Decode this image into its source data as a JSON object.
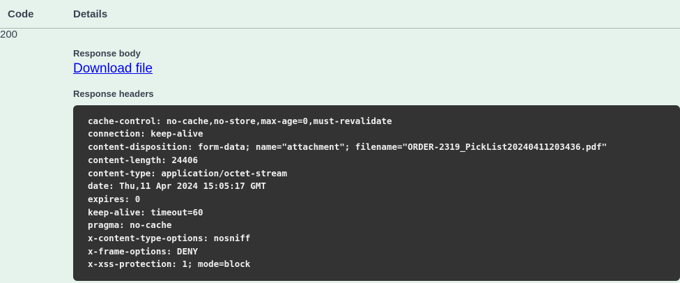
{
  "table": {
    "columns": {
      "code": "Code",
      "details": "Details"
    }
  },
  "response": {
    "status_code": "200",
    "response_body_label": "Response body",
    "download_link_label": "Download file",
    "response_headers_label": "Response headers",
    "headers": [
      "cache-control: no-cache,no-store,max-age=0,must-revalidate",
      "connection: keep-alive",
      "content-disposition: form-data; name=\"attachment\"; filename=\"ORDER-2319_PickList20240411203436.pdf\"",
      "content-length: 24406",
      "content-type: application/octet-stream",
      "date: Thu,11 Apr 2024 15:05:17 GMT",
      "expires: 0",
      "keep-alive: timeout=60",
      "pragma: no-cache",
      "x-content-type-options: nosniff",
      "x-frame-options: DENY",
      "x-xss-protection: 1; mode=block"
    ]
  },
  "colors": {
    "page_background": "#e6f3ec",
    "code_block_background": "#333333",
    "code_block_text": "#f0f0f0",
    "link": "#0000ee",
    "text": "#3b4151",
    "divider": "#a5b8b0"
  }
}
